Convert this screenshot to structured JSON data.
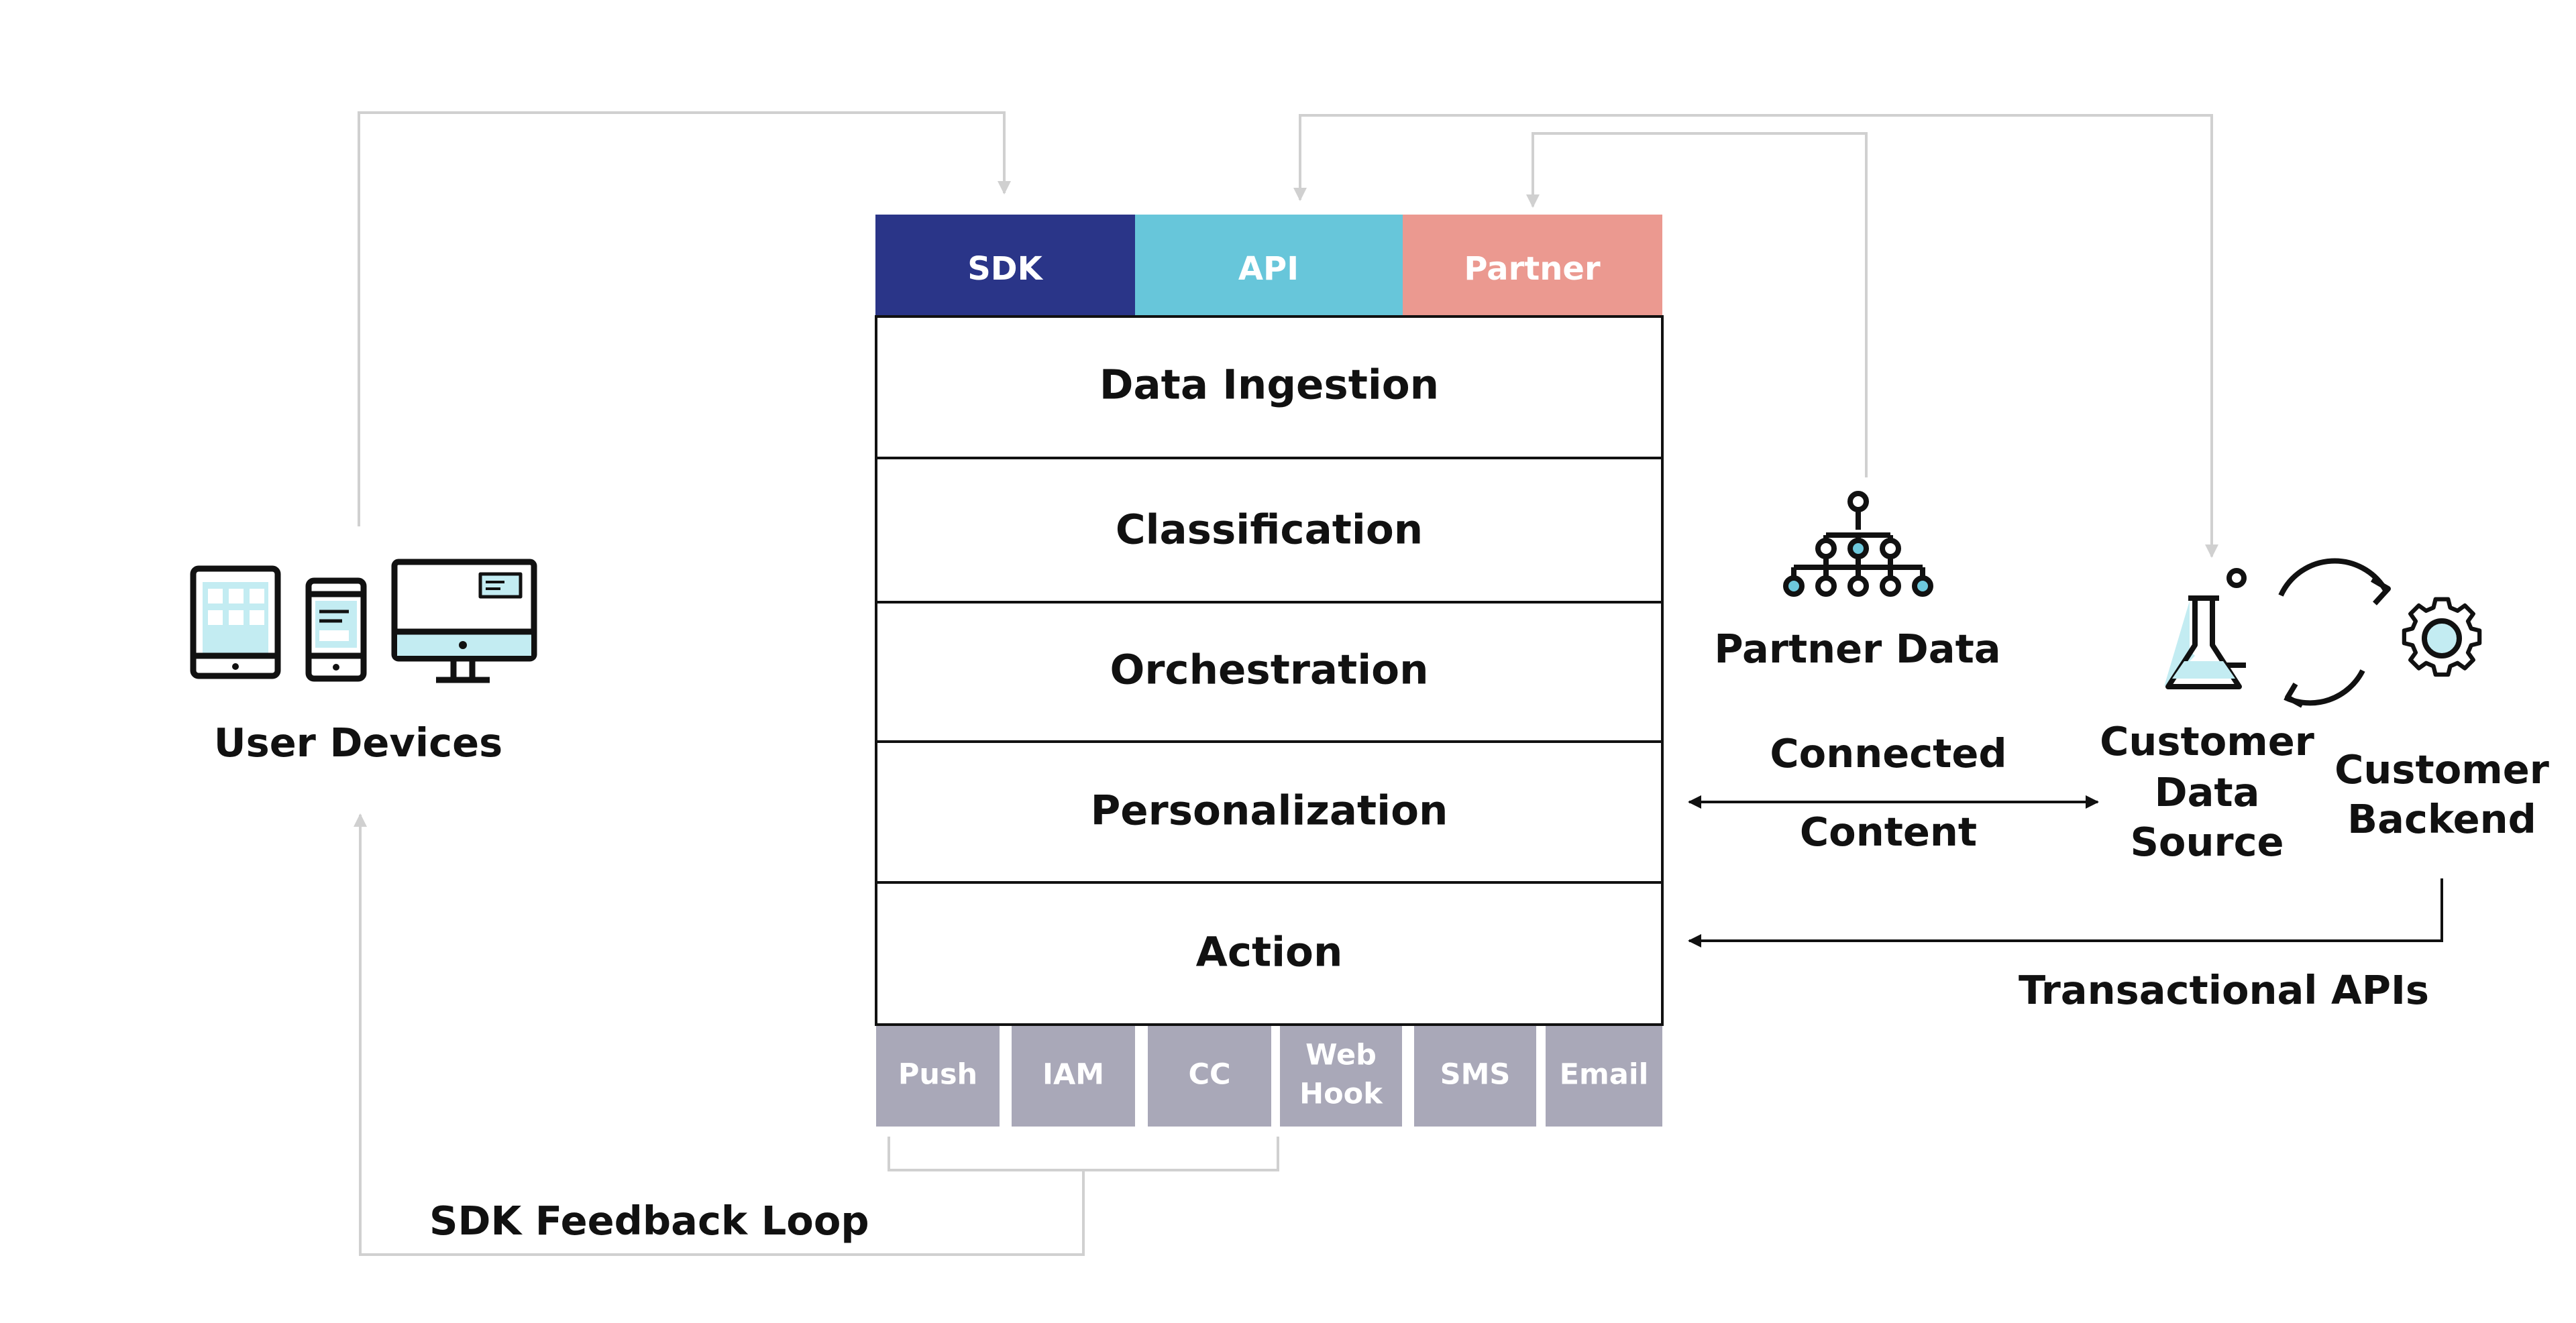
{
  "header": {
    "sdk": "SDK",
    "api": "API",
    "partner": "Partner"
  },
  "layers": [
    "Data Ingestion",
    "Classification",
    "Orchestration",
    "Personalization",
    "Action"
  ],
  "channels": [
    "Push",
    "IAM",
    "CC",
    [
      "Web",
      "Hook"
    ],
    "SMS",
    "Email"
  ],
  "labels": {
    "user_devices": "User Devices",
    "partner_data": "Partner Data",
    "customer_data_source": [
      "Customer",
      "Data",
      "Source"
    ],
    "customer_backend": [
      "Customer",
      "Backend"
    ],
    "connected": "Connected",
    "content": "Content",
    "transactional_apis": "Transactional APIs",
    "sdk_feedback_loop": "SDK Feedback Loop"
  },
  "colors": {
    "sdk": "#2a3588",
    "api": "#67c6da",
    "partner": "#eb9990",
    "channel": "#a9a8b8",
    "connector": "#d0d0d0",
    "icon_fill": "#c3ecf2"
  },
  "icons": {
    "devices": "devices-icon",
    "partner_data": "hierarchy-icon",
    "customer_data_source": "flask-icon",
    "customer_backend": "gear-cycle-icon"
  }
}
